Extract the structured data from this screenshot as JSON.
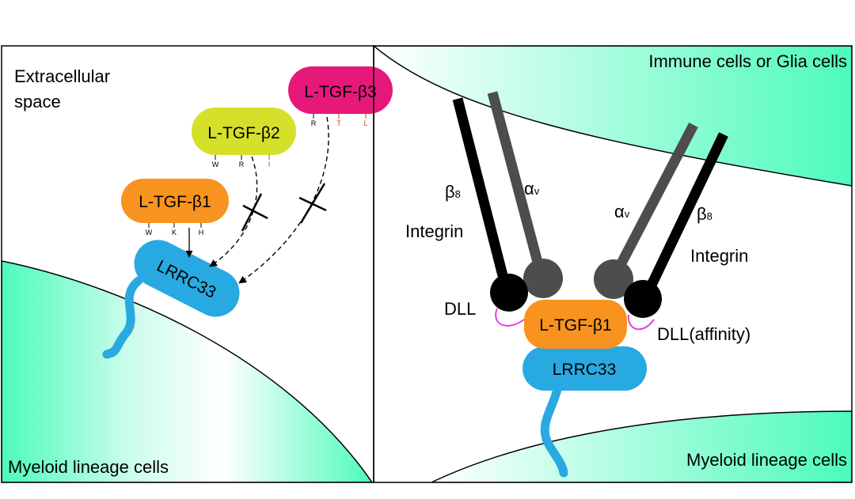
{
  "labels": {
    "extracellular_line1": "Extracellular",
    "extracellular_line2": "space",
    "immune_cells": "Immune cells or Glia cells",
    "myeloid_left": "Myeloid lineage cells",
    "myeloid_right": "Myeloid lineage cells",
    "beta_left": "β",
    "beta_left_sub": "8",
    "alpha_left": "α",
    "alpha_left_sub": "v",
    "integrin_left": "Integrin",
    "alpha_right": "α",
    "alpha_right_sub": "v",
    "beta_right": "β",
    "beta_right_sub": "8",
    "integrin_right": "Integrin",
    "dll_left": "DLL",
    "dll_right": "DLL(affinity)"
  },
  "molecules": {
    "tgfb1": "L-TGF-β1",
    "tgfb2": "L-TGF-β2",
    "tgfb3": "L-TGF-β3",
    "lrrc33_left": "LRRC33",
    "tgfb1_complex": "L-TGF-β1",
    "lrrc33_right": "LRRC33"
  },
  "residues": {
    "tgfb1": [
      "W",
      "K",
      "H"
    ],
    "tgfb2": [
      "W",
      "R",
      "I"
    ],
    "tgfb3": [
      "R",
      "T",
      "L"
    ]
  },
  "colors": {
    "tgfb1": "#f7931e",
    "tgfb2": "#d4e02a",
    "tgfb3": "#e6197a",
    "lrrc33": "#29a9e1",
    "cell_fill": "#4dfbbb",
    "dll": "#e63fe0",
    "beta_chain": "#000000",
    "alpha_chain": "#4d4d4d",
    "residue_red": "#d32f2f"
  }
}
